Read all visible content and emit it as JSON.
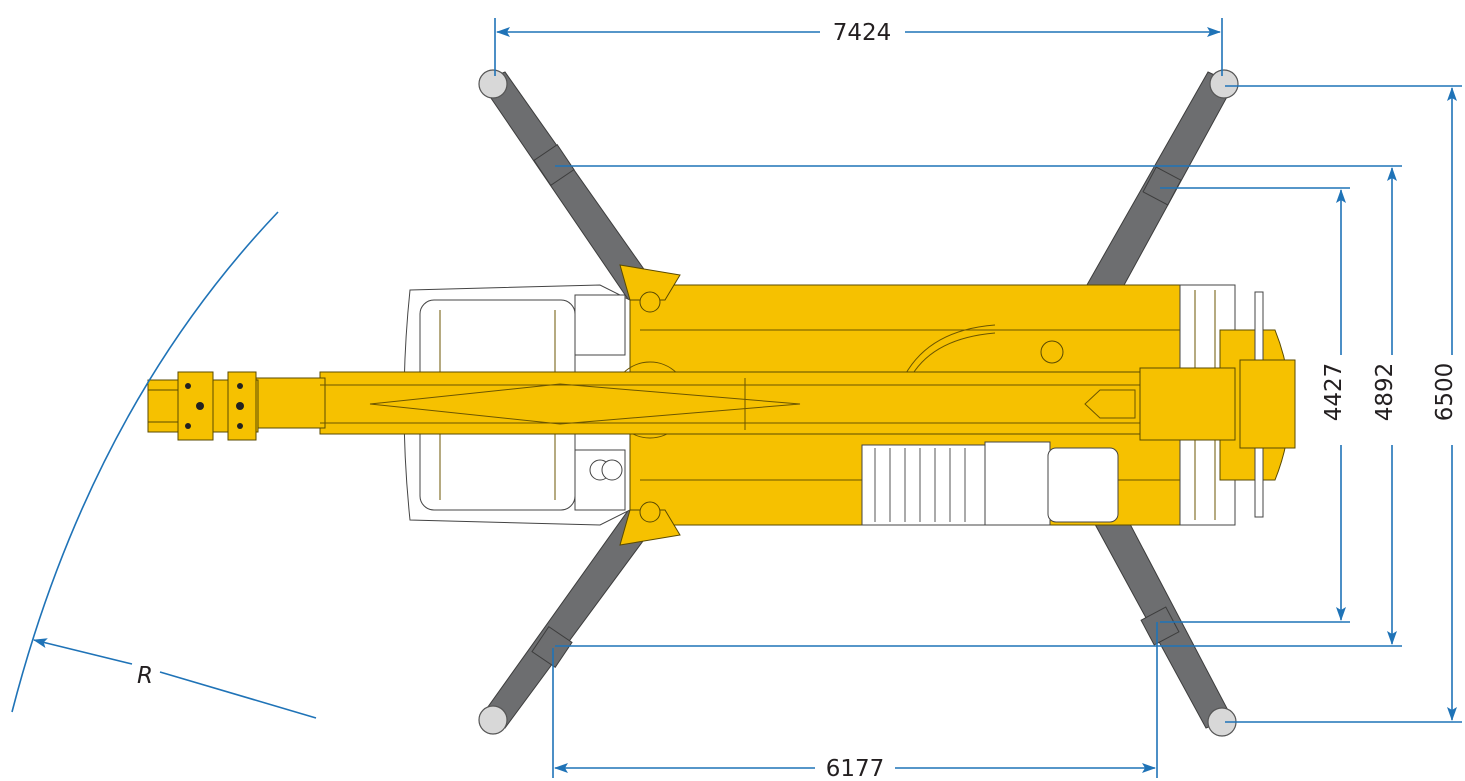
{
  "diagram": {
    "dimensions": {
      "outrigger_span_top": "7424",
      "outrigger_span_bottom": "6177",
      "width_inner": "4427",
      "width_middle": "4892",
      "width_outer": "6500",
      "swing_radius": "R"
    },
    "colors": {
      "dimension_line": "#1f73b7",
      "crane_body": "#f6c100",
      "outrigger": "#6d6e70",
      "text": "#231f20"
    }
  }
}
